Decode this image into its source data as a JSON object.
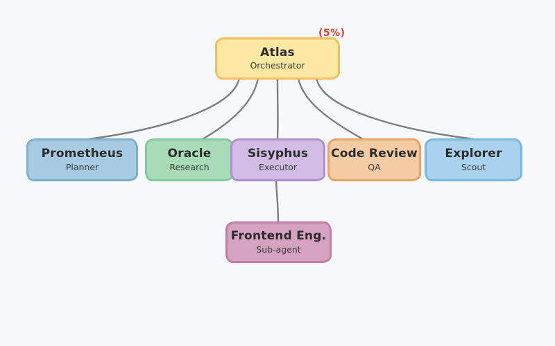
{
  "canvas": {
    "background": "#f7f8fa",
    "edge_color": "#7d7d7d"
  },
  "badge": {
    "text": "(5%)",
    "color": "#e8382e"
  },
  "nodes": [
    {
      "id": "atlas",
      "title": "Atlas",
      "subtitle": "Orchestrator",
      "fill": "#fce7a3",
      "border": "#f0c05e"
    },
    {
      "id": "prometheus",
      "title": "Prometheus",
      "subtitle": "Planner",
      "fill": "#a7cbe2",
      "border": "#7faece"
    },
    {
      "id": "oracle",
      "title": "Oracle",
      "subtitle": "Research",
      "fill": "#a8dcb8",
      "border": "#82c99b"
    },
    {
      "id": "sisyphus",
      "title": "Sisyphus",
      "subtitle": "Executor",
      "fill": "#d2bce4",
      "border": "#b08fd0"
    },
    {
      "id": "code-review",
      "title": "Code Review",
      "subtitle": "QA",
      "fill": "#f5cba3",
      "border": "#e5a366"
    },
    {
      "id": "explorer",
      "title": "Explorer",
      "subtitle": "Scout",
      "fill": "#a9d2ee",
      "border": "#79b6e0"
    },
    {
      "id": "frontend",
      "title": "Frontend Eng.",
      "subtitle": "Sub-agent",
      "fill": "#d5a2c2",
      "border": "#c07ea7"
    }
  ],
  "edges": [
    {
      "from": "atlas",
      "to": "prometheus"
    },
    {
      "from": "atlas",
      "to": "oracle"
    },
    {
      "from": "atlas",
      "to": "sisyphus"
    },
    {
      "from": "atlas",
      "to": "code-review"
    },
    {
      "from": "atlas",
      "to": "explorer"
    },
    {
      "from": "sisyphus",
      "to": "frontend"
    }
  ]
}
